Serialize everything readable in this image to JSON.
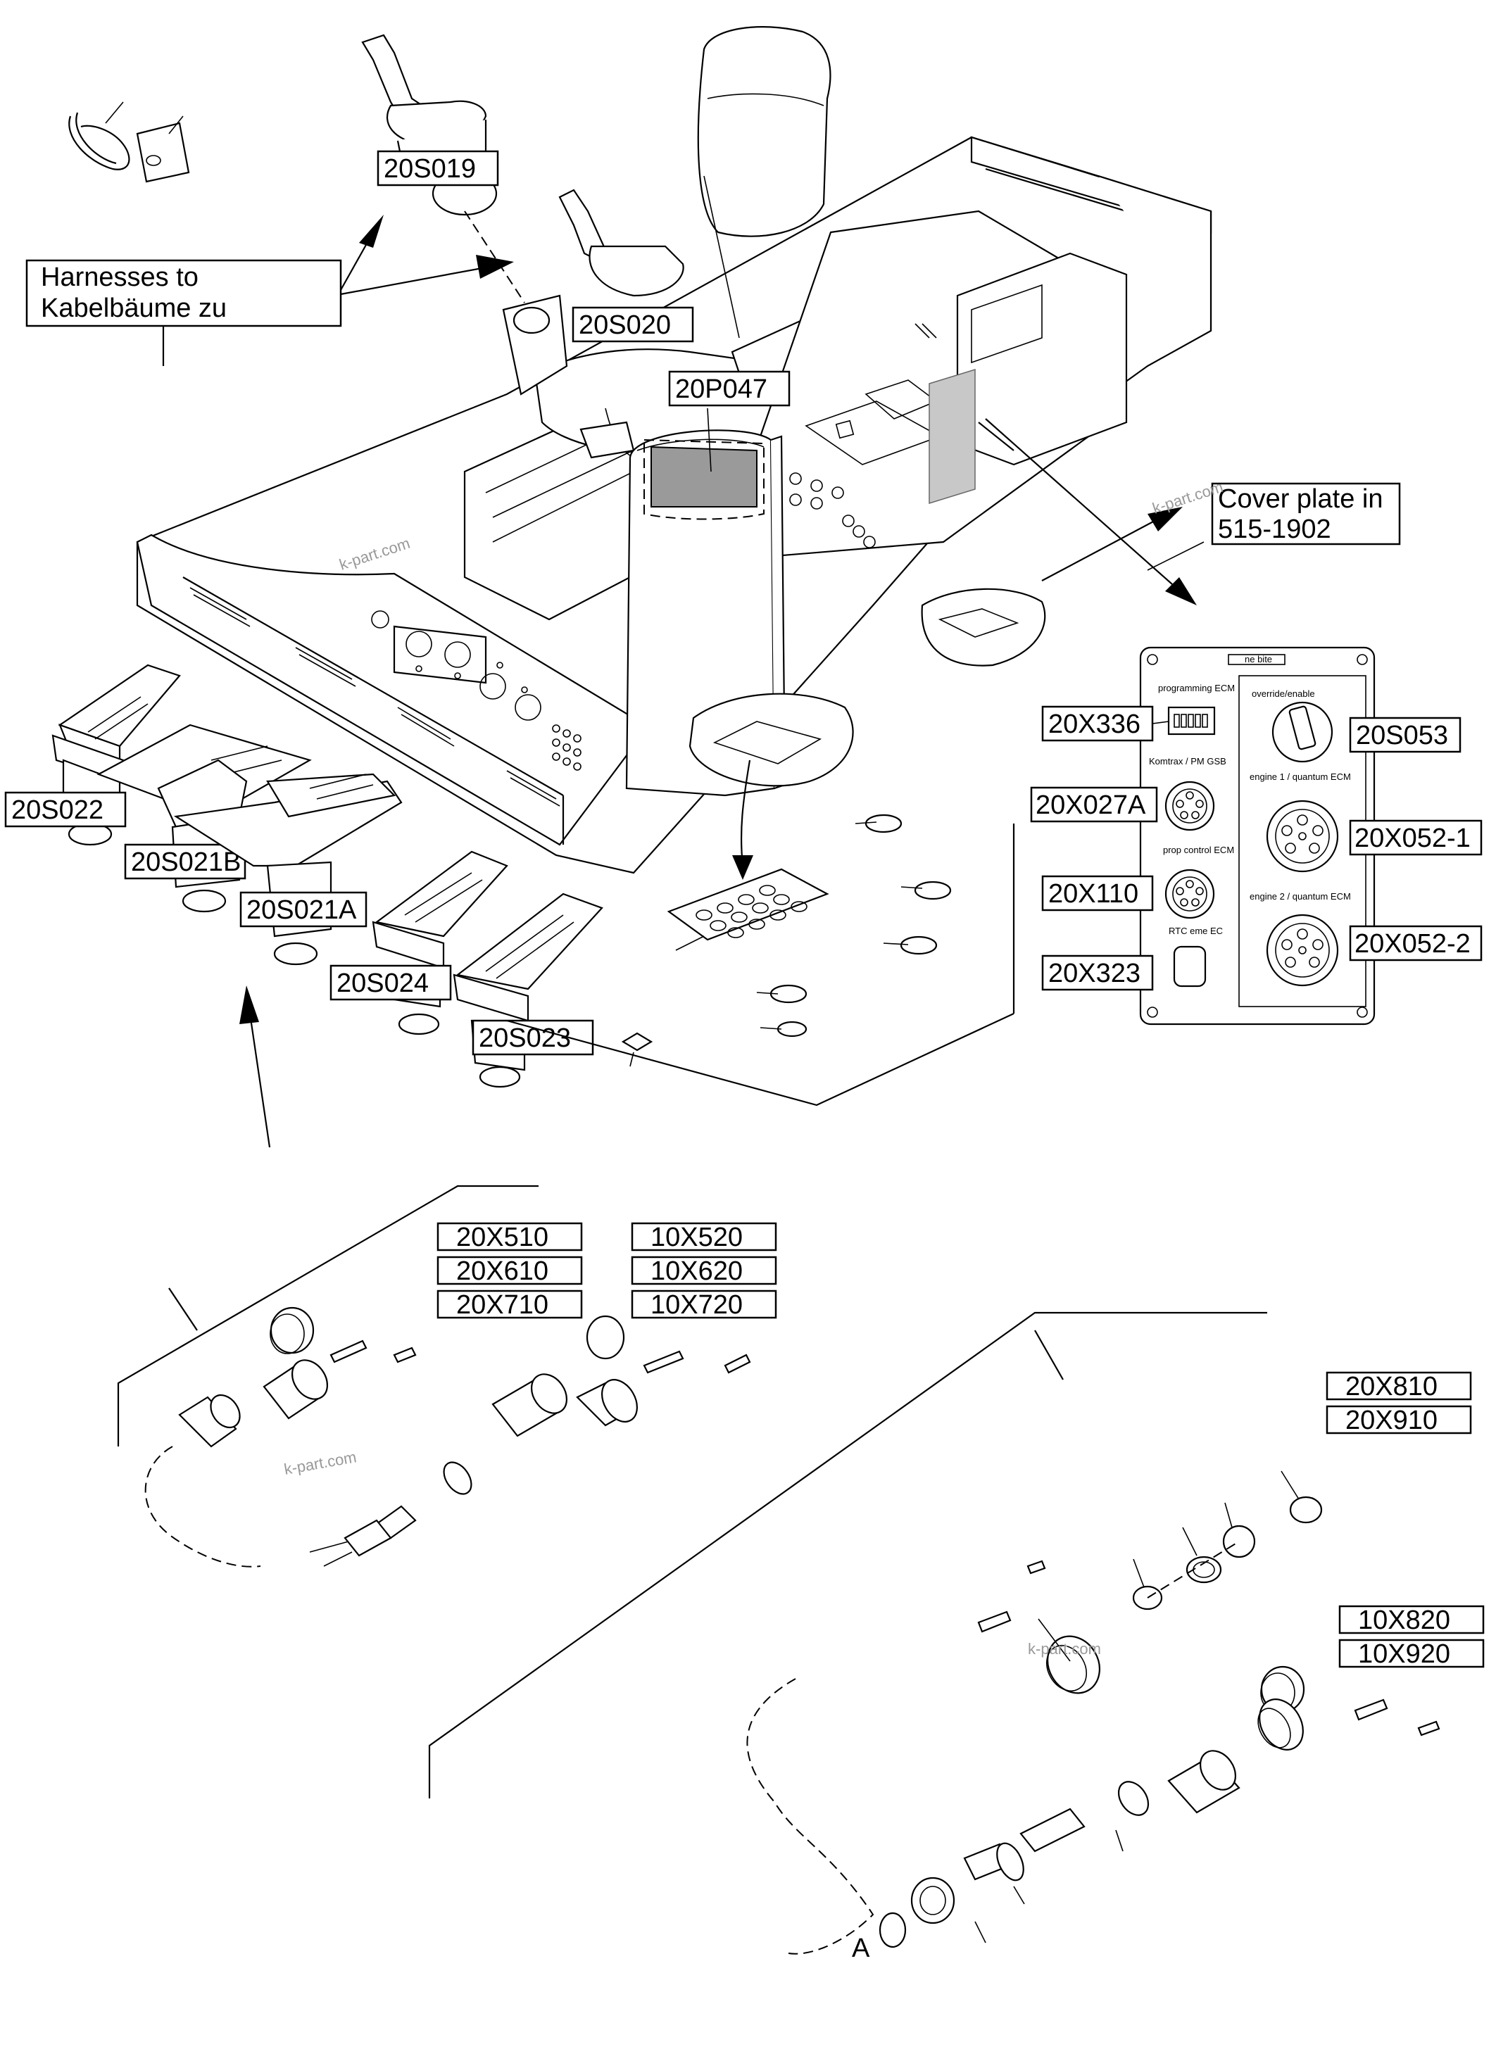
{
  "labels": {
    "harnesses_line1": "Harnesses to",
    "harnesses_line2": "Kabelbäume zu",
    "cover_line1": "Cover plate in",
    "cover_line2": "515-1902",
    "s019": "20S019",
    "s020": "20S020",
    "p047": "20P047",
    "x336": "20X336",
    "x027a": "20X027A",
    "x110": "20X110",
    "x323": "20X323",
    "s053": "20S053",
    "x052_1": "20X052-1",
    "x052_2": "20X052-2",
    "s022": "20S022",
    "s021b": "20S021B",
    "s021a": "20S021A",
    "s024": "20S024",
    "s023": "20S023",
    "x510": "20X510",
    "x610": "20X610",
    "x710": "20X710",
    "x520": "10X520",
    "x620": "10X620",
    "x720": "10X720",
    "x810": "20X810",
    "x910": "20X910",
    "x820": "10X820",
    "x920": "10X920",
    "detail_a": "A"
  },
  "panel_text": {
    "top": "ne bite",
    "programming": "programming ECM",
    "komtrax": "Komtrax / PM GSB",
    "sensor": "prop control ECM",
    "bottom": "RTC eme EC",
    "switch_title": "override/enable",
    "engine1": "engine 1 / quantum ECM",
    "engine2": "engine 2 / quantum ECM"
  },
  "watermarks": [
    "k-part.com",
    "k-part.com",
    "k-part.com",
    "k-part.com"
  ]
}
